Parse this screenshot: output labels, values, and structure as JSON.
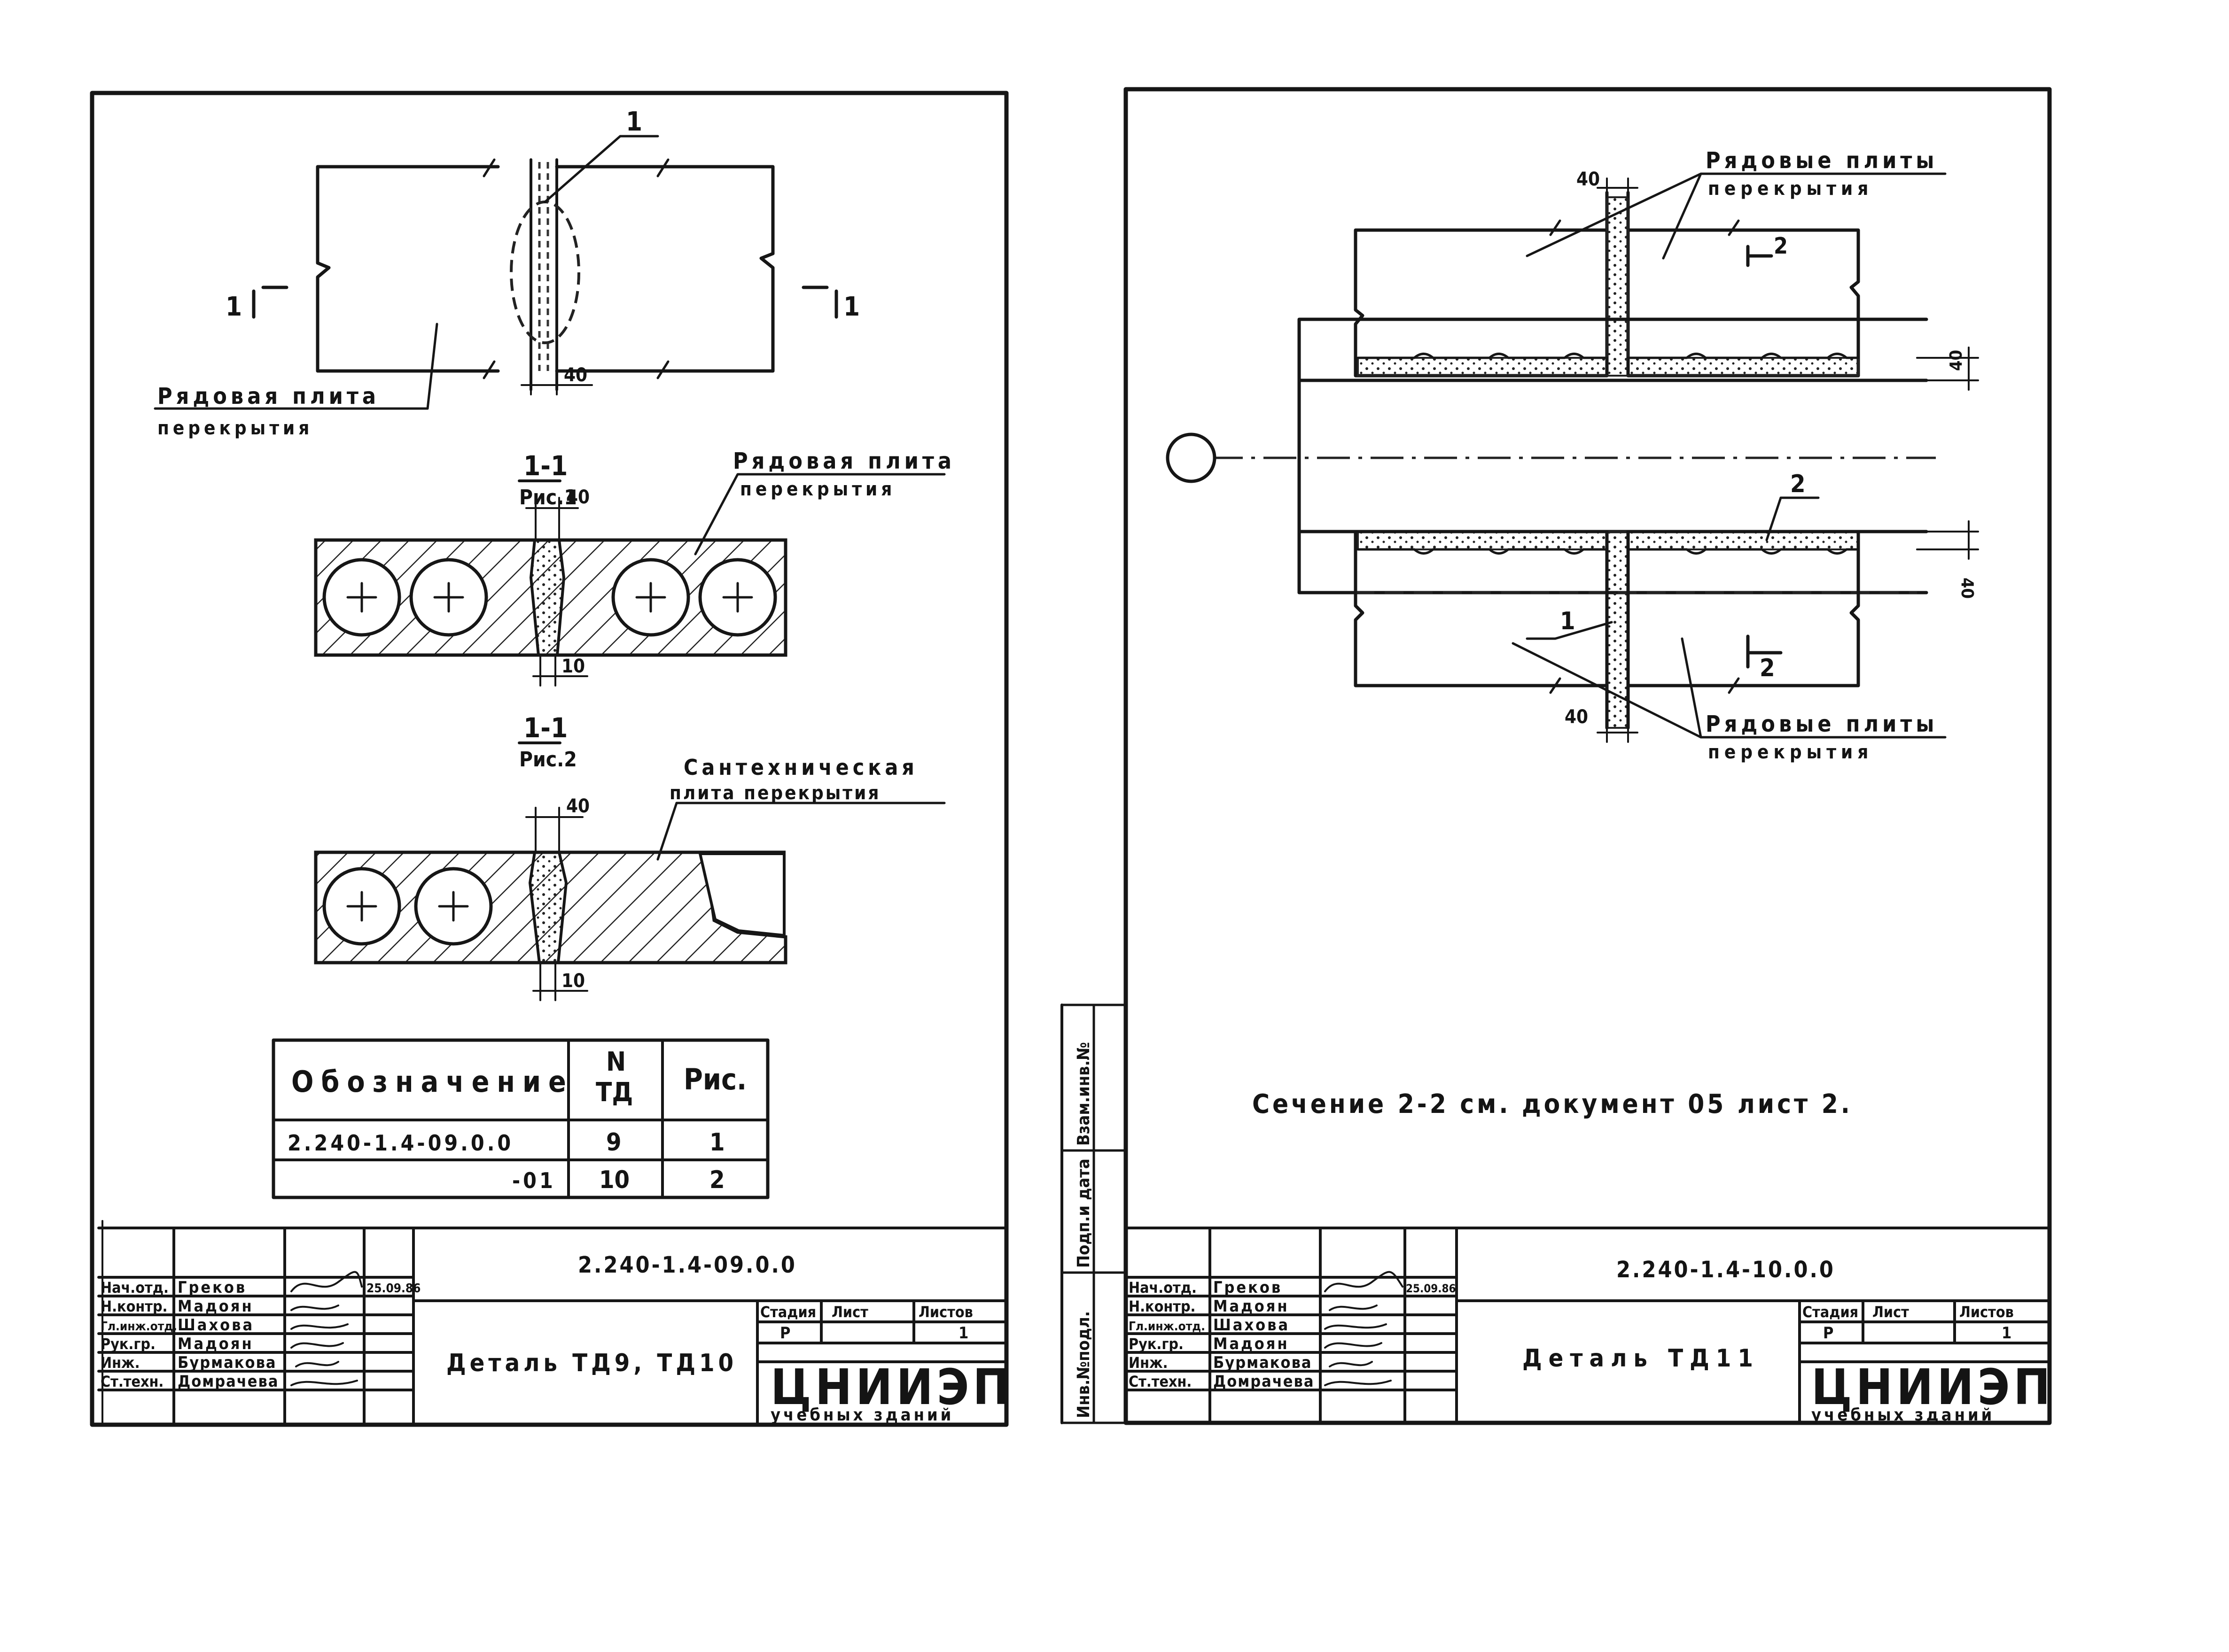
{
  "sheet_left": {
    "fig1": {
      "callout": "1",
      "section_mark_left": "1",
      "section_mark_right": "1",
      "dim_joint": "40",
      "slab_label_l1": "Рядовая плита",
      "slab_label_l2": "перекрытия"
    },
    "sec1": {
      "title": "1-1",
      "subtitle": "Рис.1",
      "dim_top": "40",
      "dim_bottom": "10",
      "label_l1": "Рядовая плита",
      "label_l2": "перекрытия"
    },
    "sec2": {
      "title": "1-1",
      "subtitle": "Рис.2",
      "dim_top": "40",
      "dim_bottom": "10",
      "label_l1": "Сантехническая",
      "label_l2": "плита перекрытия"
    },
    "table": {
      "h_designation": "Обозначение",
      "h_n_l1": "N",
      "h_n_l2": "ТД",
      "h_fig": "Рис.",
      "rows": [
        {
          "designation": "2.240-1.4-09.0.0",
          "n": "9",
          "fig": "1"
        },
        {
          "designation": "-01",
          "n": "10",
          "fig": "2"
        }
      ]
    },
    "stamp": {
      "doc_code": "2.240-1.4-09.0.0",
      "title": "Деталь ТД9, ТД10",
      "date": "25.09.86",
      "roles": [
        "Нач.отд.",
        "Н.контр.",
        "Гл.инж.отд.",
        "Рук.гр.",
        "Инж.",
        "Ст.техн."
      ],
      "names": [
        "Греков",
        "Мадоян",
        "Шахова",
        "Мадоян",
        "Бурмакова",
        "Домрачева"
      ],
      "h_stage": "Стадия",
      "h_sheet": "Лист",
      "h_sheets": "Листов",
      "stage": "Р",
      "sheets": "1",
      "org": "ЦНИИЭП",
      "org_sub": "учебных зданий"
    }
  },
  "sheet_right": {
    "plan": {
      "label_top_l1": "Рядовые плиты",
      "label_top_l2": "перекрытия",
      "label_bottom_l1": "Рядовые плиты",
      "label_bottom_l2": "перекрытия",
      "dim_top": "40",
      "dim_bottom": "40",
      "dim_right_top": "40",
      "dim_right_bottom": "40",
      "section_mark_top": "2",
      "section_mark_bottom": "2",
      "callout_1": "1",
      "callout_2": "2"
    },
    "note": "Сечение 2-2 см. документ 05 лист 2.",
    "side_stamp": [
      "Инв.№подл.",
      "Подп.и дата",
      "Взам.инв.№"
    ],
    "stamp": {
      "doc_code": "2.240-1.4-10.0.0",
      "title": "Деталь ТД11",
      "date": "25.09.86",
      "roles": [
        "Нач.отд.",
        "Н.контр.",
        "Гл.инж.отд.",
        "Рук.гр.",
        "Инж.",
        "Ст.техн."
      ],
      "names": [
        "Греков",
        "Мадоян",
        "Шахова",
        "Мадоян",
        "Бурмакова",
        "Домрачева"
      ],
      "h_stage": "Стадия",
      "h_sheet": "Лист",
      "h_sheets": "Листов",
      "stage": "Р",
      "sheets": "1",
      "org": "ЦНИИЭП",
      "org_sub": "учебных зданий"
    }
  }
}
